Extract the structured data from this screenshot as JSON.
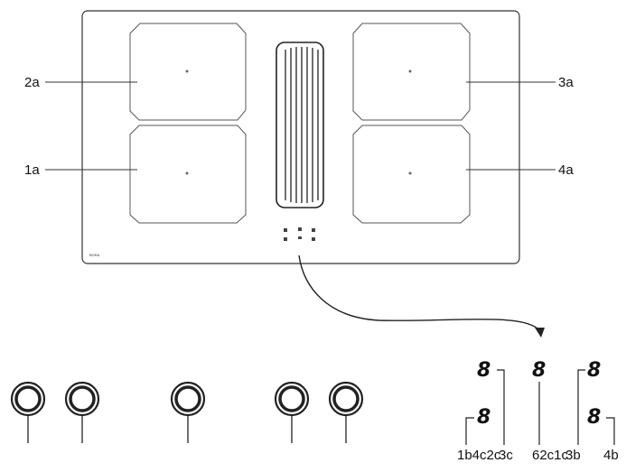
{
  "hob": {
    "zone_labels": {
      "z1": "1a",
      "z2": "2a",
      "z3": "3a",
      "z4": "4a"
    },
    "brand_mark": "BORA"
  },
  "controls": {
    "knob_count": 5
  },
  "display": {
    "digit_glyph": "8",
    "bottom_labels": {
      "l1": "1b4c2c",
      "l2": "3c",
      "l3": "62c1c",
      "l4": "3b",
      "l5": "4b"
    }
  }
}
